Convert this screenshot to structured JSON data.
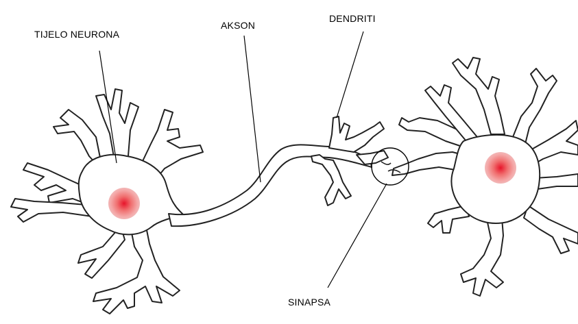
{
  "labels": {
    "cell_body": "TIJELO NEURONA",
    "axon": "AKSON",
    "dendrites": "DENDRITI",
    "synapse": "SINAPSA"
  },
  "colors": {
    "nucleus_center": "#e8142a",
    "nucleus_mid": "#f08a8a",
    "nucleus_edge": "#c77070",
    "outline": "#222222",
    "background": "#ffffff"
  }
}
